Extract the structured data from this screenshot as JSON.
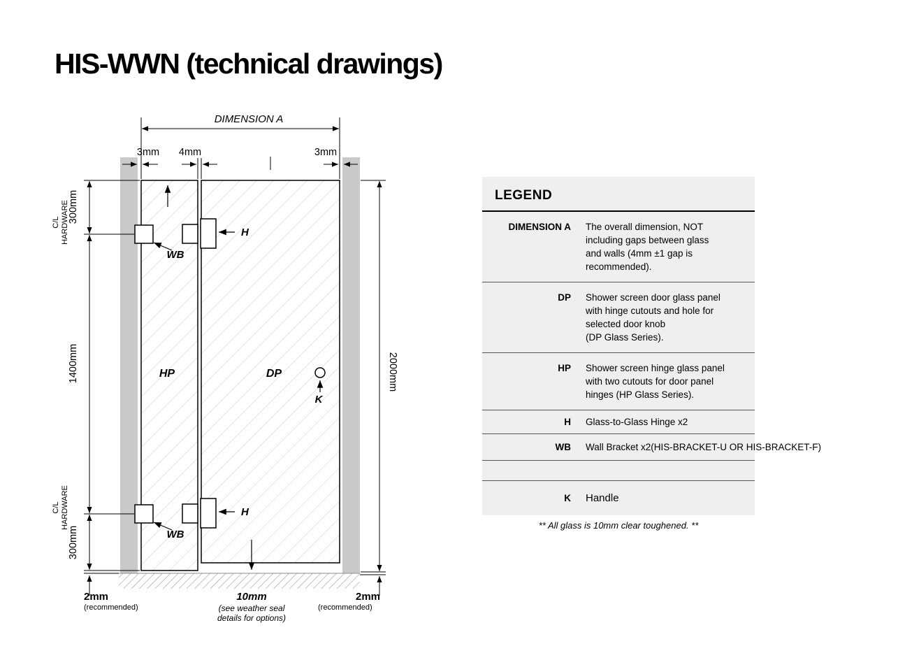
{
  "page": {
    "title": "HIS-WWN (technical drawings)"
  },
  "drawing": {
    "dimension_a": "DIMENSION A",
    "gap_left": "3mm",
    "gap_middle": "4mm",
    "gap_right": "3mm",
    "dim_300_top": "300mm",
    "dim_1400": "1400mm",
    "dim_300_bottom": "300mm",
    "dim_2000": "2000mm",
    "cl_top_line1": "C/L",
    "cl_top_line2": "HARDWARE",
    "cl_bottom_line1": "C/L",
    "cl_bottom_line2": "HARDWARE",
    "panel_hp": "HP",
    "panel_dp": "DP",
    "hinge_label_top": "H",
    "hinge_label_bottom": "H",
    "bracket_label_top": "WB",
    "bracket_label_bottom": "WB",
    "handle_label": "K",
    "floor_gap_left": "2mm",
    "floor_gap_left_note": "(recommended)",
    "floor_gap_right": "2mm",
    "floor_gap_right_note": "(recommended)",
    "bottom_gap": "10mm",
    "bottom_gap_note1": "(see weather seal",
    "bottom_gap_note2": "details for options)"
  },
  "legend": {
    "title": "LEGEND",
    "rows": [
      {
        "term": "DIMENSION A",
        "description": "The overall dimension, NOT\nincluding gaps between glass\nand walls (4mm ±1 gap is\nrecommended)."
      },
      {
        "term": "DP",
        "description": "Shower screen door glass panel\nwith hinge cutouts and hole for\nselected door knob\n(DP Glass Series)."
      },
      {
        "term": "HP",
        "description": "Shower screen hinge glass panel\nwith two cutouts for door panel\nhinges (HP Glass Series)."
      },
      {
        "term": "H",
        "description": "Glass-to-Glass Hinge x2"
      },
      {
        "term": "WB",
        "description": "Wall Bracket x2(HIS-BRACKET-U OR HIS-BRACKET-F)"
      },
      {
        "term": "",
        "description": ""
      },
      {
        "term": "K",
        "description": "Handle"
      }
    ],
    "note": "** All glass is 10mm clear toughened. **"
  },
  "colors": {
    "wall": "#c9c9c9",
    "legend_bg": "#efefef",
    "glass_hatch": "#d4d4d4",
    "floor_hatch": "#9a9a9a"
  }
}
